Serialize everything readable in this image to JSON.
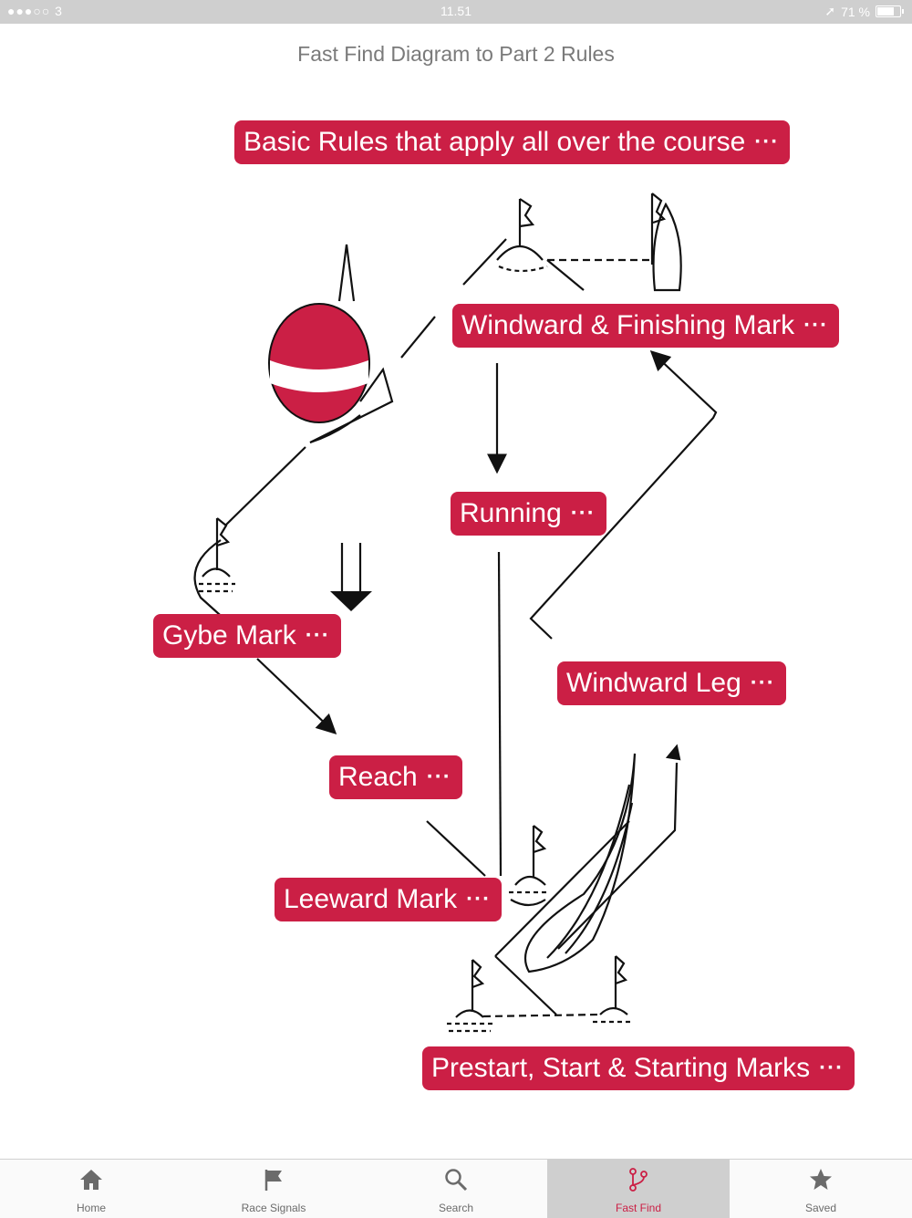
{
  "status_bar": {
    "carrier": "●●●○○ 3",
    "time": "11.51",
    "battery": "71 %"
  },
  "header": {
    "title": "Fast Find Diagram to Part 2 Rules"
  },
  "rules": {
    "basic": {
      "label": "Basic Rules that apply all over the course",
      "more": "···"
    },
    "windward_finishing": {
      "label": "Windward & Finishing Mark",
      "more": "···"
    },
    "running": {
      "label": "Running",
      "more": "···"
    },
    "gybe_mark": {
      "label": "Gybe Mark",
      "more": "···"
    },
    "windward_leg": {
      "label": "Windward Leg",
      "more": "···"
    },
    "reach": {
      "label": "Reach",
      "more": "···"
    },
    "leeward_mark": {
      "label": "Leeward Mark",
      "more": "···"
    },
    "prestart": {
      "label": "Prestart, Start & Starting Marks",
      "more": "···"
    }
  },
  "tabs": [
    {
      "label": "Home",
      "icon": "home-icon"
    },
    {
      "label": "Race Signals",
      "icon": "flag-icon"
    },
    {
      "label": "Search",
      "icon": "search-icon"
    },
    {
      "label": "Fast Find",
      "icon": "branch-icon",
      "active": true
    },
    {
      "label": "Saved",
      "icon": "star-icon"
    }
  ],
  "colors": {
    "accent": "#cb1f45",
    "status_bar": "#cfcfcf",
    "title_text": "#7a7a7a"
  }
}
